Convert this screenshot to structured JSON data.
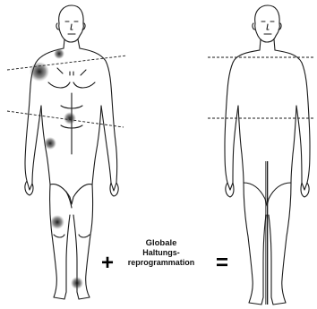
{
  "caption": {
    "line1": "Globale",
    "line2": "Haltungs-",
    "line3": "reprogrammation"
  },
  "operators": {
    "plus": "+",
    "equals": "="
  },
  "icons": {
    "left_figure": "human-body-front-asymmetric",
    "right_figure": "human-body-front-aligned"
  },
  "colors": {
    "outline": "#1a1a1a",
    "pain_spot": "#2a2a2a"
  }
}
